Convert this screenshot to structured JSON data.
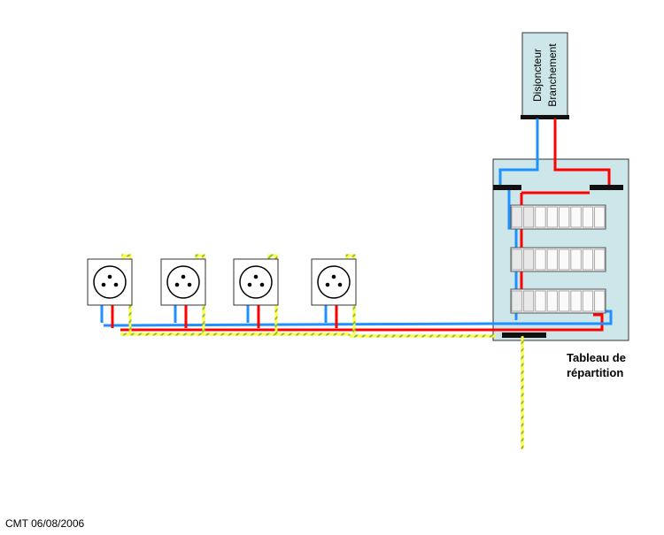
{
  "breaker": {
    "line1": "Disjoncteur",
    "line2": "Branchement"
  },
  "panel": {
    "line1": "Tableau de",
    "line2": "répartition"
  },
  "credit": "CMT 06/08/2006",
  "colors": {
    "phase": "#ff0000",
    "neutral": "#1e90ff",
    "earth_main": "#ffff33",
    "earth_stripe": "#8fbc3a",
    "panel_fill": "#cce6ea",
    "breaker_fill": "#cce6ea",
    "module_fill": "#f2f2f2"
  },
  "sockets": [
    {
      "id": 1
    },
    {
      "id": 2
    },
    {
      "id": 3
    },
    {
      "id": 4
    }
  ],
  "breaker_rows": [
    {
      "modules": 8
    },
    {
      "modules": 8
    },
    {
      "modules": 8
    }
  ]
}
